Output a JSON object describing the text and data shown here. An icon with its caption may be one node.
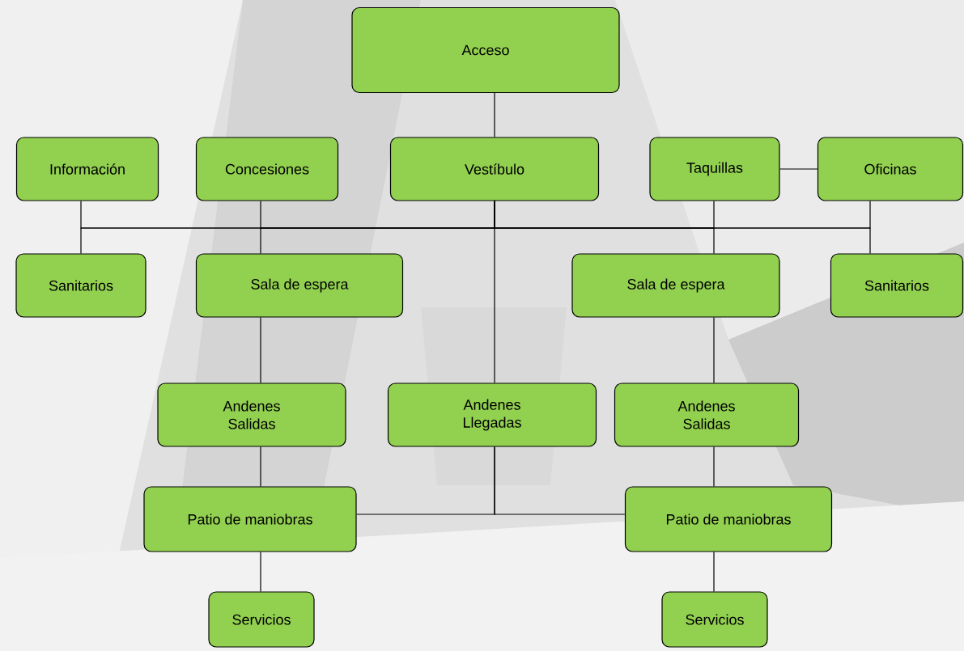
{
  "diagram": {
    "nodes": [
      {
        "text": [
          "Acceso"
        ]
      },
      {
        "text": [
          "Información"
        ]
      },
      {
        "text": [
          "Concesiones"
        ]
      },
      {
        "text": [
          "Vestíbulo"
        ]
      },
      {
        "text": [
          "Taquillas"
        ]
      },
      {
        "text": [
          "Oficinas"
        ]
      },
      {
        "text": [
          "Sanitarios"
        ]
      },
      {
        "text": [
          "Sala de espera"
        ]
      },
      {
        "text": [
          "Sala de espera"
        ]
      },
      {
        "text": [
          "Sanitarios"
        ]
      },
      {
        "text": [
          "Andenes Salidas"
        ]
      },
      {
        "text": [
          "Andenes Llegadas"
        ]
      },
      {
        "text": [
          "Andenes Salidas"
        ]
      },
      {
        "text": [
          "Patio de maniobras"
        ]
      },
      {
        "text": [
          "Patio de maniobras"
        ]
      },
      {
        "text": [
          "Servicios"
        ]
      },
      {
        "text": [
          "Servicios"
        ]
      }
    ],
    "edges": [
      {
        "from": 0,
        "to": 3,
        "arrow": "none"
      },
      {
        "from": 3,
        "to": 1,
        "arrow": "none"
      },
      {
        "from": 3,
        "to": 2,
        "arrow": "none"
      },
      {
        "from": 3,
        "to": 4,
        "arrow": "none"
      },
      {
        "from": 3,
        "to": 5,
        "arrow": "none"
      },
      {
        "from": 4,
        "to": 5,
        "arrow": "none"
      },
      {
        "from": 3,
        "to": 6,
        "arrow": "none"
      },
      {
        "from": 3,
        "to": 7,
        "arrow": "none"
      },
      {
        "from": 3,
        "to": 8,
        "arrow": "none"
      },
      {
        "from": 3,
        "to": 9,
        "arrow": "none"
      },
      {
        "from": 3,
        "to": 11,
        "arrow": "none"
      },
      {
        "from": 7,
        "to": 10,
        "arrow": "none"
      },
      {
        "from": 8,
        "to": 12,
        "arrow": "none"
      },
      {
        "from": 10,
        "to": 13,
        "arrow": "none"
      },
      {
        "from": 12,
        "to": 14,
        "arrow": "none"
      },
      {
        "from": 11,
        "to": 13,
        "arrow": "none"
      },
      {
        "from": 11,
        "to": 14,
        "arrow": "none"
      },
      {
        "from": 13,
        "to": 15,
        "arrow": "none"
      },
      {
        "from": 14,
        "to": 16,
        "arrow": "none"
      }
    ]
  }
}
